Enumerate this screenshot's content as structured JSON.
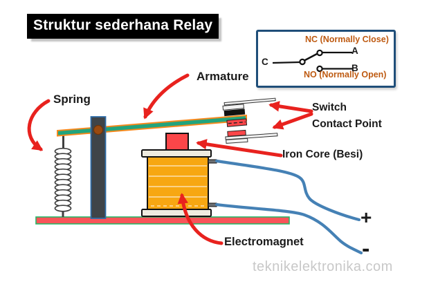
{
  "title": "Struktur sederhana Relay",
  "inset_diagram": {
    "nc_label": "NC (Normally Close)",
    "no_label": "NO (Normally Open)",
    "terminal_a": "A",
    "terminal_b": "B",
    "terminal_c": "C"
  },
  "labels": {
    "spring": "Spring",
    "armature": "Armature",
    "switch_line1": "Switch",
    "switch_line2": "Contact Point",
    "iron_core": "Iron Core (Besi)",
    "electromagnet": "Electromagnet",
    "plus": "+",
    "minus": "-"
  },
  "watermark": "teknikelektronika.com",
  "colors": {
    "arrow_red": "#E8221E",
    "coil_orange": "#F7A712",
    "armature_teal": "#21A47D",
    "armature_border_orange": "#F5891D",
    "wire_blue": "#4581B5",
    "inset_border_blue": "#1F4E79",
    "nc_no_text": "#BE5A11",
    "iron_core_red": "#FB4649",
    "base_red": "#F95459",
    "base_border_green": "#25B768",
    "post_slate": "#3F4448",
    "pivot_brown": "#9A4A10",
    "flange_cream": "#EFECDF",
    "title_bg": "#000000",
    "watermark_gray": "#C8C8C8"
  }
}
